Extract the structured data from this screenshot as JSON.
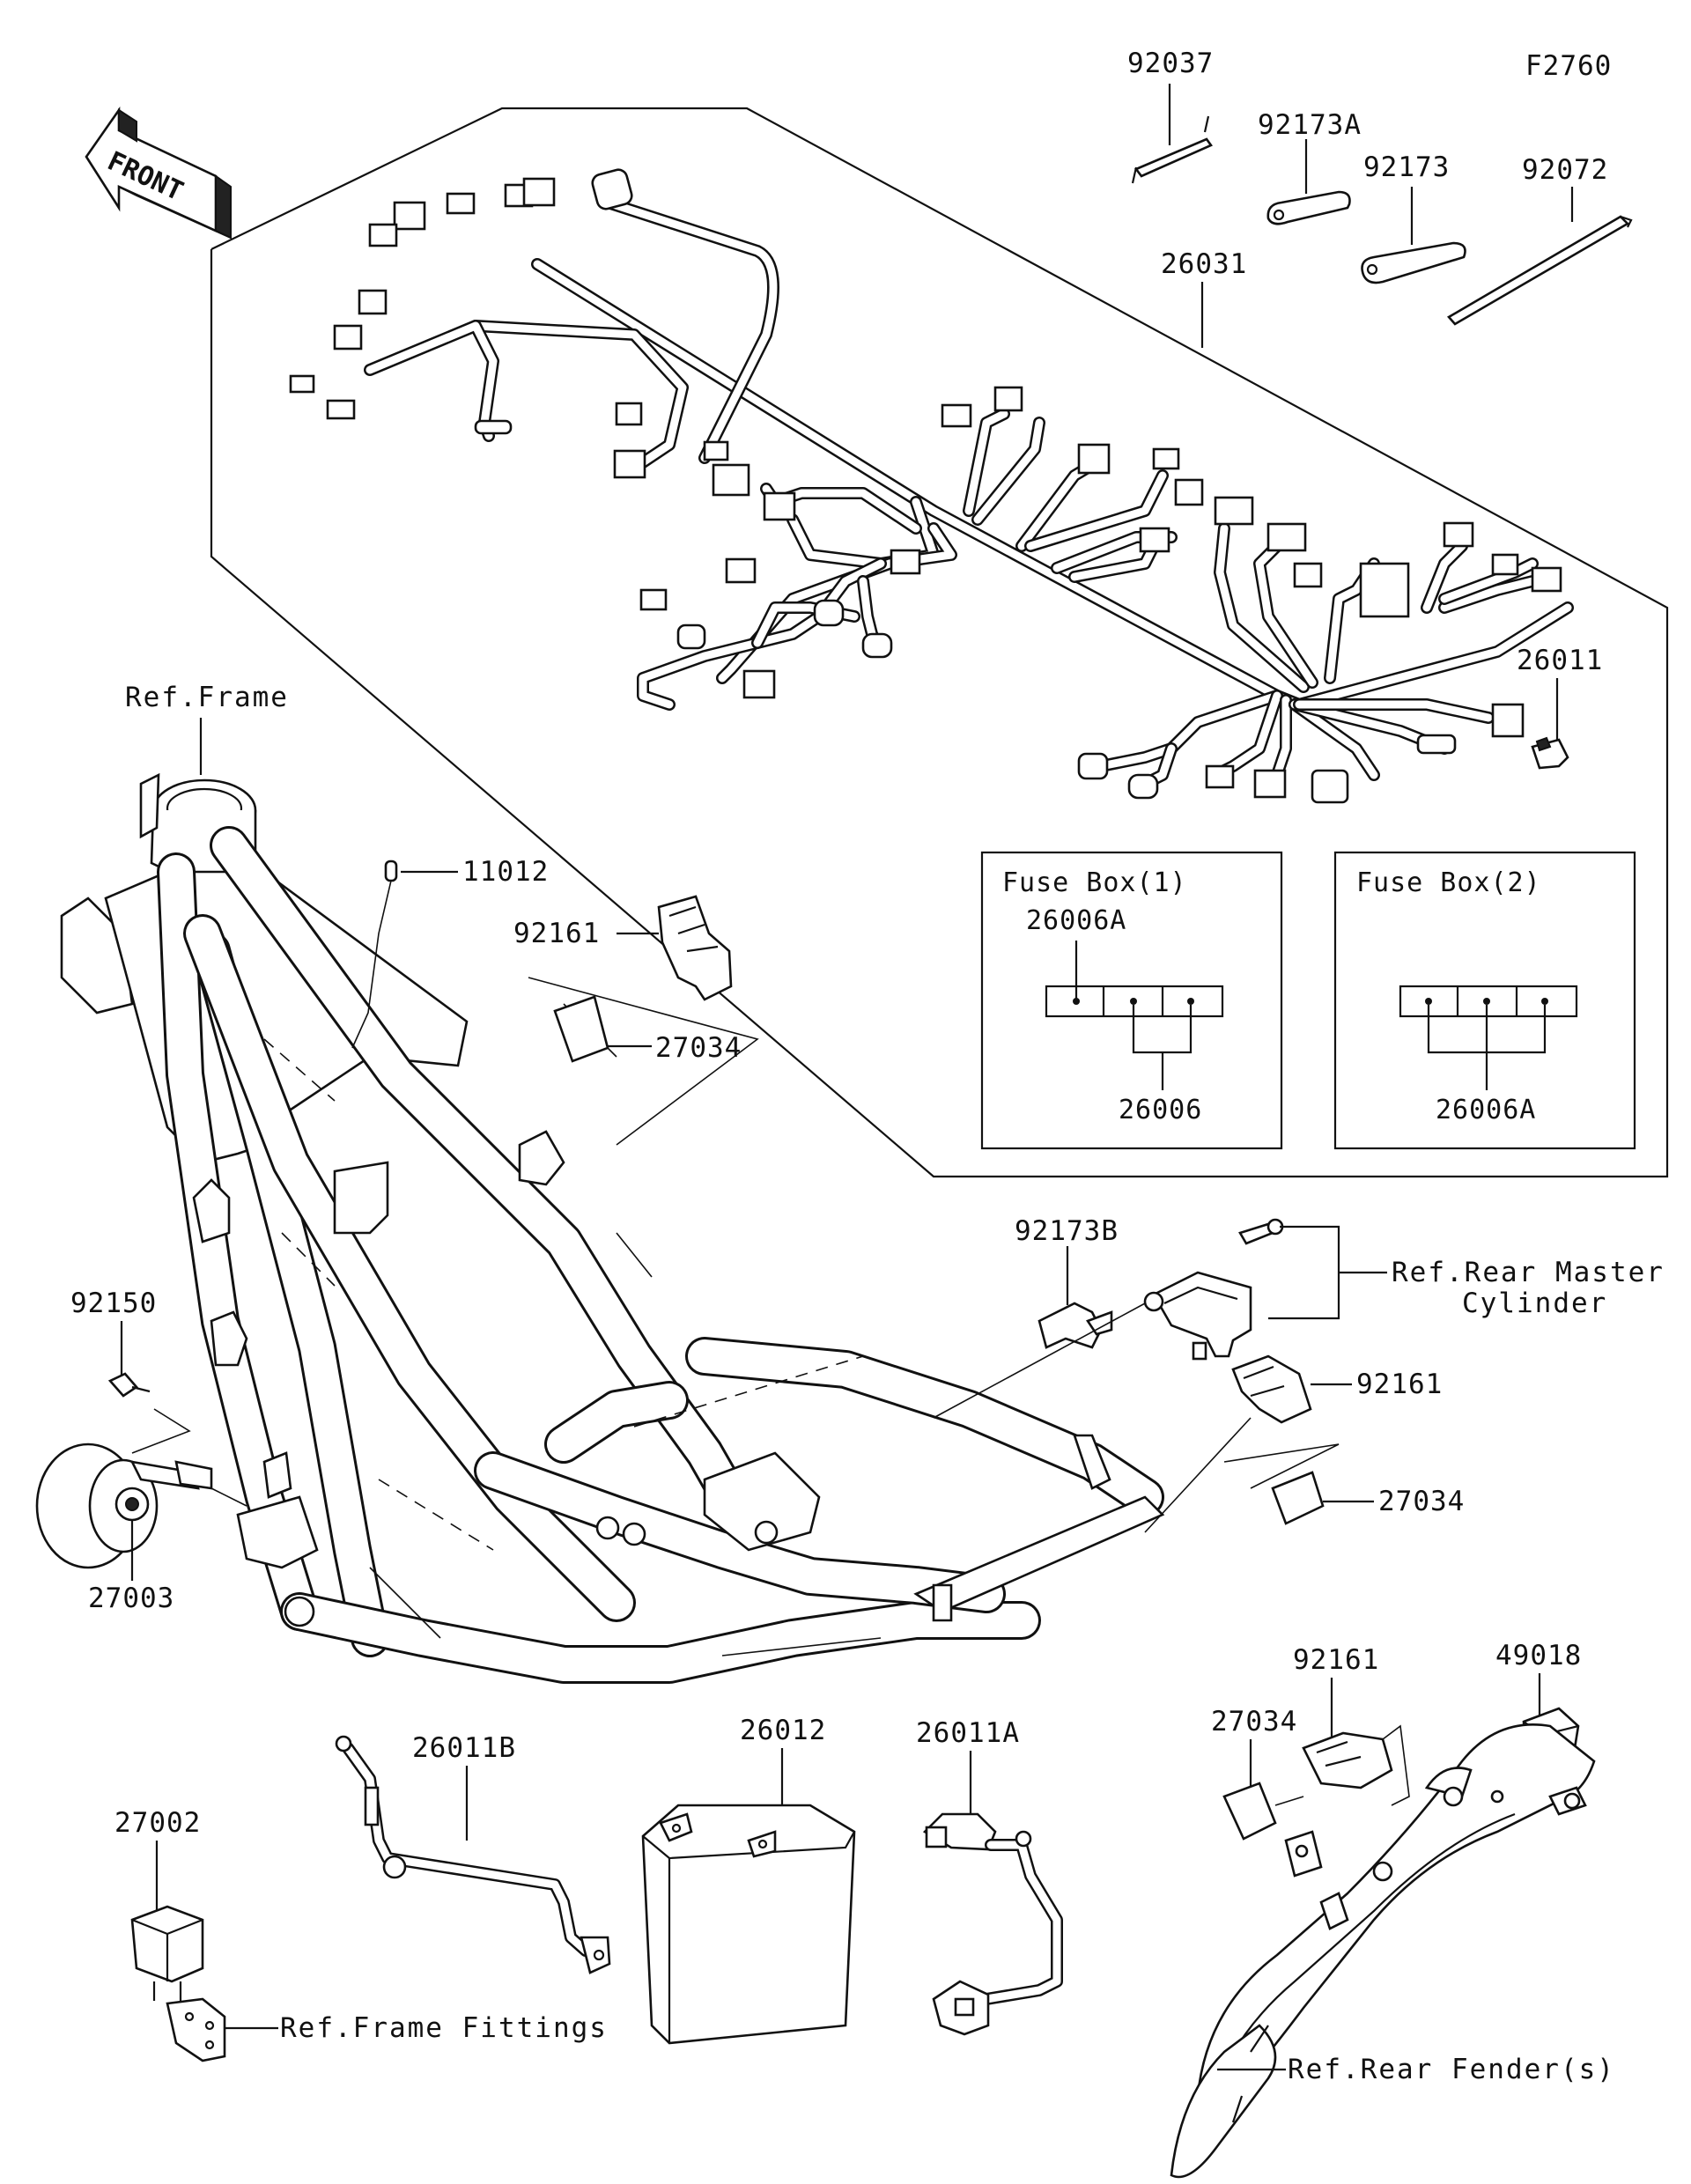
{
  "figure_code": "F2760",
  "front_badge": "FRONT",
  "labels": {
    "p92037": "92037",
    "p92173A": "92173A",
    "p92173": "92173",
    "p92072": "92072",
    "p26031": "26031",
    "p26011": "26011",
    "p11012": "11012",
    "p92161_top": "92161",
    "p27034_top": "27034",
    "p92173B": "92173B",
    "p92150": "92150",
    "p27003": "27003",
    "p92161_mid": "92161",
    "p27034_mid": "27034",
    "p92161_low": "92161",
    "p27034_low": "27034",
    "p49018": "49018",
    "p26011B": "26011B",
    "p26012": "26012",
    "p26011A": "26011A",
    "p27002": "27002"
  },
  "refs": {
    "frame": "Ref.Frame",
    "rear_master_1": "Ref.Rear Master",
    "rear_master_2": "Cylinder",
    "frame_fittings": "Ref.Frame Fittings",
    "rear_fender": "Ref.Rear Fender(s)"
  },
  "fuse_box_1": {
    "title": "Fuse Box(1)",
    "top_label": "26006A",
    "bottom_label": "26006"
  },
  "fuse_box_2": {
    "title": "Fuse Box(2)",
    "bottom_label": "26006A"
  }
}
